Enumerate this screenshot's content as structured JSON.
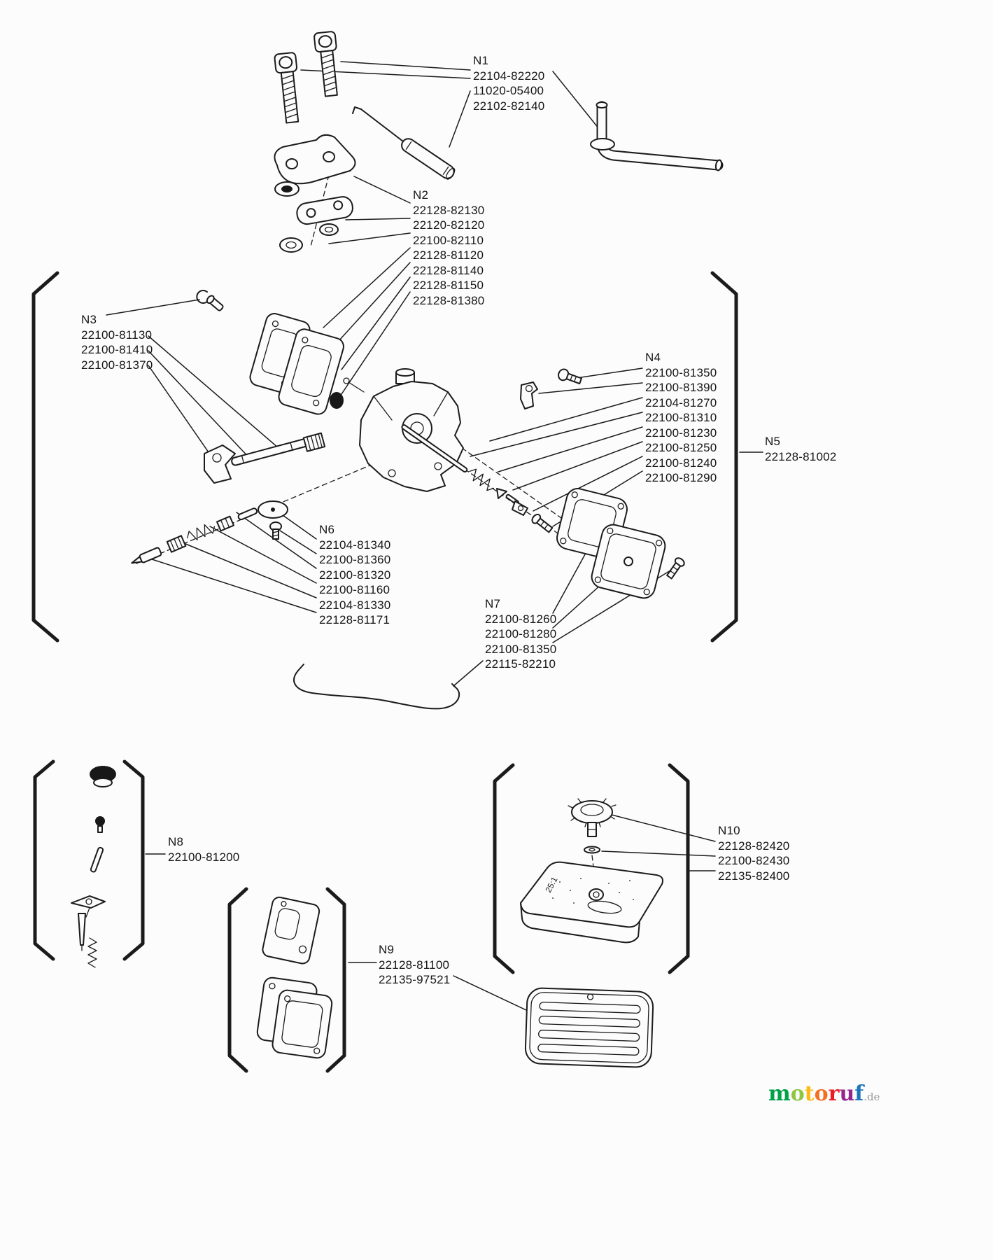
{
  "diagram": {
    "tank_marking": "25:1",
    "groups": [
      {
        "id": "N1",
        "parts": [
          "22104-82220",
          "11020-05400",
          "22102-82140"
        ]
      },
      {
        "id": "N2",
        "parts": [
          "22128-82130",
          "22120-82120",
          "22100-82110",
          "22128-81120",
          "22128-81140",
          "22128-81150",
          "22128-81380"
        ]
      },
      {
        "id": "N3",
        "parts": [
          "22100-81130",
          "22100-81410",
          "22100-81370"
        ]
      },
      {
        "id": "N4",
        "parts": [
          "22100-81350",
          "22100-81390",
          "22104-81270",
          "22100-81310",
          "22100-81230",
          "22100-81250",
          "22100-81240",
          "22100-81290"
        ]
      },
      {
        "id": "N5",
        "parts": [
          "22128-81002"
        ]
      },
      {
        "id": "N6",
        "parts": [
          "22104-81340",
          "22100-81360",
          "22100-81320",
          "22100-81160",
          "22104-81330",
          "22128-81171"
        ]
      },
      {
        "id": "N7",
        "parts": [
          "22100-81260",
          "22100-81280",
          "22100-81350",
          "22115-82210"
        ]
      },
      {
        "id": "N8",
        "parts": [
          "22100-81200"
        ]
      },
      {
        "id": "N9",
        "parts": [
          "22128-81100",
          "22135-97521"
        ]
      },
      {
        "id": "N10",
        "parts": [
          "22128-82420",
          "22100-82430",
          "22135-82400"
        ]
      }
    ]
  },
  "watermark": {
    "letters": [
      {
        "ch": "m",
        "color": "#00a14b"
      },
      {
        "ch": "o",
        "color": "#8dc63f"
      },
      {
        "ch": "t",
        "color": "#fdb913"
      },
      {
        "ch": "o",
        "color": "#f37021"
      },
      {
        "ch": "r",
        "color": "#ed1c24"
      },
      {
        "ch": "u",
        "color": "#92278f"
      },
      {
        "ch": "f",
        "color": "#1b75bb"
      }
    ],
    "suffix": ".de",
    "suffix_color": "#9a9a9a"
  },
  "colors": {
    "ink": "#1b1b1b",
    "paper": "#fcfcfc"
  }
}
